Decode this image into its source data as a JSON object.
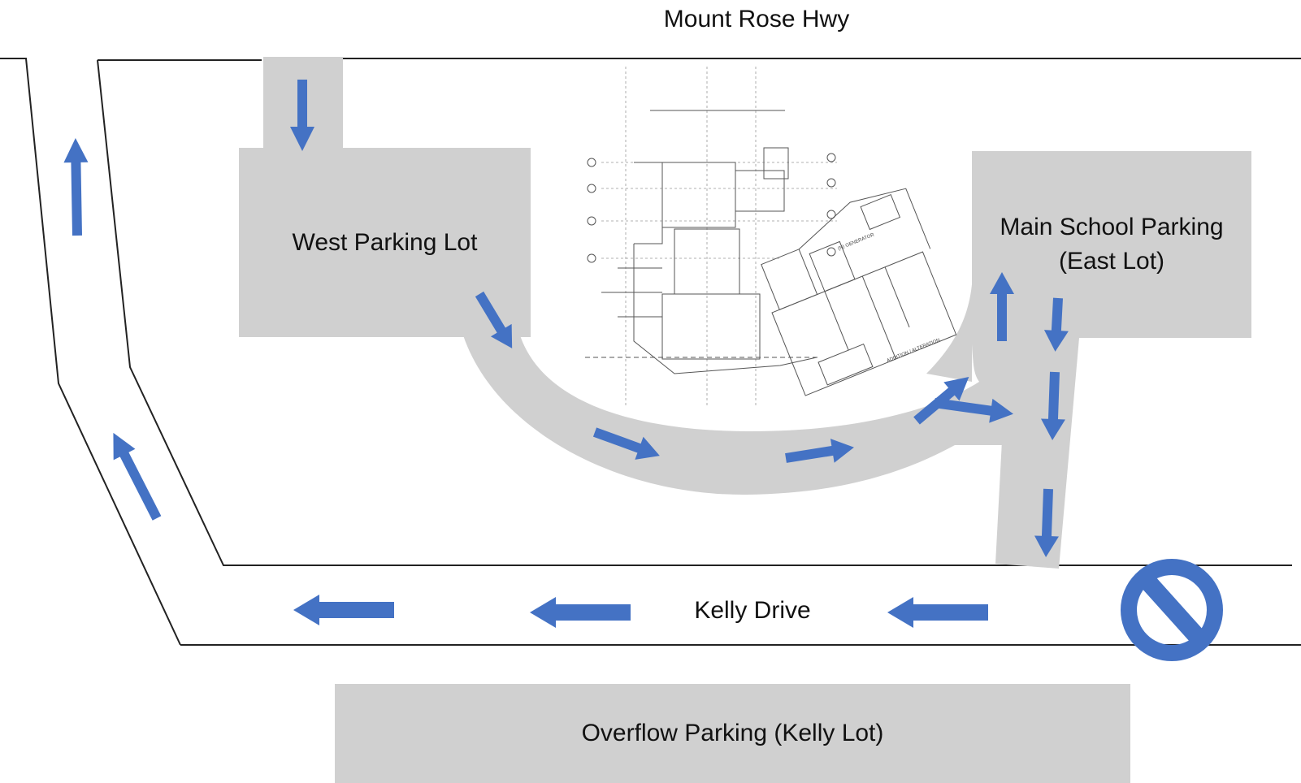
{
  "map": {
    "roads": {
      "north": "Mount Rose Hwy",
      "south": "Kelly Drive"
    },
    "lots": {
      "west": "West Parking Lot",
      "east_line1": "Main School Parking",
      "east_line2": "(East Lot)",
      "overflow": "Overflow Parking (Kelly Lot)"
    },
    "building_plan_labels": {
      "generator": "(N) GENERATOR",
      "addition": "ADDITION / ALTERATION"
    },
    "colors": {
      "arrow": "#4472C4",
      "lot": "#d0d0d0",
      "road_line": "#222222"
    },
    "icons": [
      "arrow-icon",
      "no-entry-icon"
    ]
  }
}
